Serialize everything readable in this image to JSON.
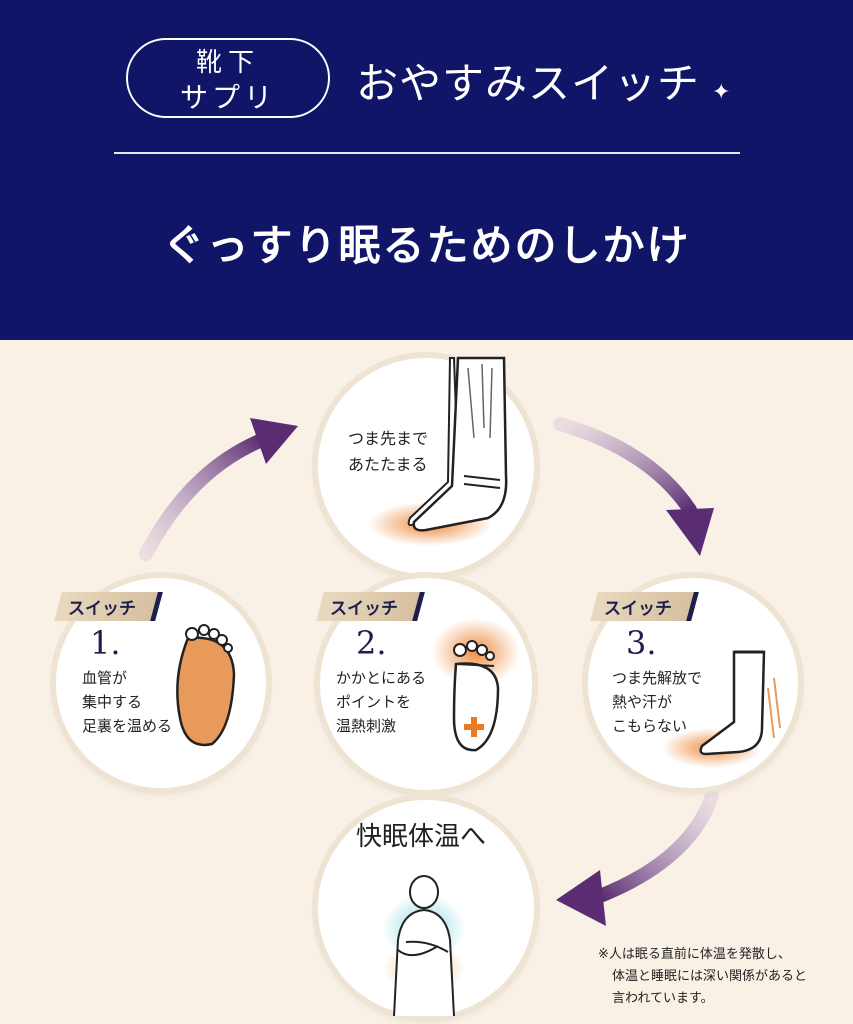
{
  "header": {
    "logo_line1": "靴下",
    "logo_line2": "サプリ",
    "brand_title": "おやすみスイッチ",
    "headline": "ぐっすり眠るためのしかけ"
  },
  "cycle": {
    "top": {
      "text_line1": "つま先まで",
      "text_line2": "あたたまる"
    },
    "switch_label": "スイッチ",
    "steps": [
      {
        "number": "1.",
        "lines": [
          "血管が",
          "集中する",
          "足裏を温める"
        ]
      },
      {
        "number": "2.",
        "lines": [
          "かかとにある",
          "ポイントを",
          "温熱刺激"
        ]
      },
      {
        "number": "3.",
        "lines": [
          "つま先解放で",
          "熱や汗が",
          "こもらない"
        ]
      }
    ],
    "bottom": {
      "text": "快眠体温へ"
    }
  },
  "footnote": {
    "line1": "※人は眠る直前に体温を発散し、",
    "line2": "体温と睡眠には深い関係があると",
    "line3": "言われています。"
  },
  "colors": {
    "header_bg": "#111567",
    "page_bg": "#faf1e6",
    "arrow": "#5a2d73",
    "warm_glow": "#ec7a22",
    "cool_glow": "#7fd3e0"
  },
  "icons": [
    "sparkle-icon",
    "arrow-icon",
    "foot-sole-icon",
    "leg-sock-icon",
    "plus-icon",
    "person-icon"
  ]
}
